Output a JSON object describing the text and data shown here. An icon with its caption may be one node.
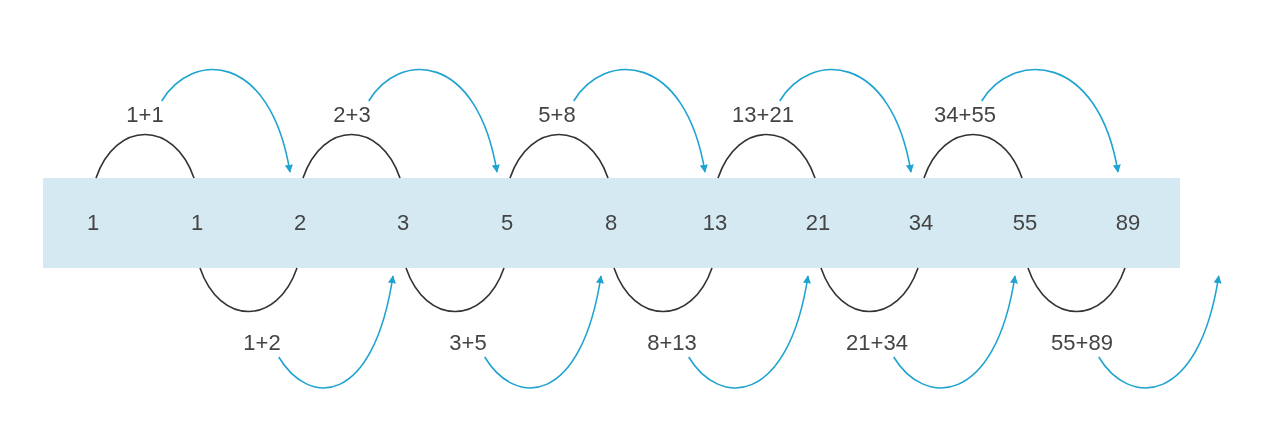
{
  "diagram": {
    "nodes": [
      {
        "text": [],
        "shape": "bar"
      },
      {
        "text": [
          "1"
        ],
        "in": 0
      },
      {
        "text": [
          "1"
        ],
        "in": 0
      },
      {
        "text": [
          "2"
        ],
        "in": 0
      },
      {
        "text": [
          "3"
        ],
        "in": 0
      },
      {
        "text": [
          "5"
        ],
        "in": 0
      },
      {
        "text": [
          "8"
        ],
        "in": 0
      },
      {
        "text": [
          "13"
        ],
        "in": 0
      },
      {
        "text": [
          "21"
        ],
        "in": 0
      },
      {
        "text": [
          "34"
        ],
        "in": 0
      },
      {
        "text": [
          "55"
        ],
        "in": 0
      },
      {
        "text": [
          "89"
        ],
        "in": 0
      },
      {
        "text": [
          "1+1"
        ]
      },
      {
        "text": [
          "2+3"
        ]
      },
      {
        "text": [
          "5+8"
        ]
      },
      {
        "text": [
          "13+21"
        ]
      },
      {
        "text": [
          "34+55"
        ]
      },
      {
        "text": [
          "1+2"
        ]
      },
      {
        "text": [
          "3+5"
        ]
      },
      {
        "text": [
          "8+13"
        ]
      },
      {
        "text": [
          "21+34"
        ]
      },
      {
        "text": [
          "55+89"
        ]
      }
    ],
    "edges": [
      {
        "from": 1,
        "to": 2,
        "arrow": "none",
        "color": "#333333"
      },
      {
        "from": 3,
        "to": 4,
        "arrow": "none",
        "color": "#333333"
      },
      {
        "from": 5,
        "to": 6,
        "arrow": "none",
        "color": "#333333"
      },
      {
        "from": 7,
        "to": 8,
        "arrow": "none",
        "color": "#333333"
      },
      {
        "from": 9,
        "to": 10,
        "arrow": "none",
        "color": "#333333"
      },
      {
        "from": 2,
        "to": 3,
        "arrow": "none",
        "color": "#333333"
      },
      {
        "from": 4,
        "to": 5,
        "arrow": "none",
        "color": "#333333"
      },
      {
        "from": 6,
        "to": 7,
        "arrow": "none",
        "color": "#333333"
      },
      {
        "from": 8,
        "to": 9,
        "arrow": "none",
        "color": "#333333"
      },
      {
        "from": 10,
        "to": 11,
        "arrow": "none",
        "color": "#333333"
      },
      {
        "from": 12,
        "to": 3,
        "arrow": "to",
        "color": "#1fa3d0"
      },
      {
        "from": 13,
        "to": 5,
        "arrow": "to",
        "color": "#1fa3d0"
      },
      {
        "from": 14,
        "to": 7,
        "arrow": "to",
        "color": "#1fa3d0"
      },
      {
        "from": 15,
        "to": 9,
        "arrow": "to",
        "color": "#1fa3d0"
      },
      {
        "from": 16,
        "to": 11,
        "arrow": "to",
        "color": "#1fa3d0"
      },
      {
        "from": 17,
        "to": 4,
        "arrow": "to",
        "color": "#1fa3d0"
      },
      {
        "from": 18,
        "to": 6,
        "arrow": "to",
        "color": "#1fa3d0"
      },
      {
        "from": 19,
        "to": 8,
        "arrow": "to",
        "color": "#1fa3d0"
      },
      {
        "from": 20,
        "to": 10,
        "arrow": "to",
        "color": "#1fa3d0"
      },
      {
        "from": 21,
        "to": null,
        "arrow": "to",
        "color": "#1fa3d0"
      }
    ]
  }
}
